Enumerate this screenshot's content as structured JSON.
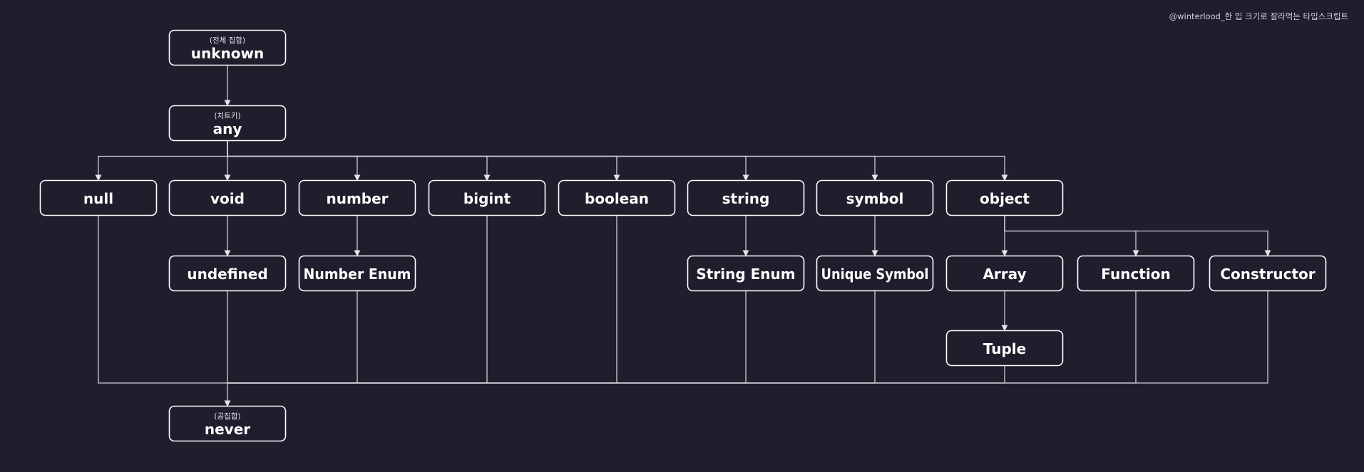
{
  "watermark": "@winterlood_한 입 크기로 잘라먹는 타입스크립트",
  "nodes": [
    {
      "id": "unknown",
      "label": "unknown",
      "note": "(전체 집합)"
    },
    {
      "id": "any",
      "label": "any",
      "note": "(치트키)"
    },
    {
      "id": "null",
      "label": "null"
    },
    {
      "id": "void",
      "label": "void"
    },
    {
      "id": "number",
      "label": "number"
    },
    {
      "id": "bigint",
      "label": "bigint"
    },
    {
      "id": "boolean",
      "label": "boolean"
    },
    {
      "id": "string",
      "label": "string"
    },
    {
      "id": "symbol",
      "label": "symbol"
    },
    {
      "id": "object",
      "label": "object"
    },
    {
      "id": "undefined",
      "label": "undefined"
    },
    {
      "id": "number-enum",
      "label": "Number Enum"
    },
    {
      "id": "string-enum",
      "label": "String Enum"
    },
    {
      "id": "unique-symbol",
      "label": "Unique Symbol"
    },
    {
      "id": "array",
      "label": "Array"
    },
    {
      "id": "function",
      "label": "Function"
    },
    {
      "id": "constructor",
      "label": "Constructor"
    },
    {
      "id": "tuple",
      "label": "Tuple"
    },
    {
      "id": "never",
      "label": "never",
      "note": "(공집합)"
    }
  ],
  "edges": [
    {
      "from": "unknown",
      "to": "any"
    },
    {
      "from": "any",
      "to": "null"
    },
    {
      "from": "any",
      "to": "void"
    },
    {
      "from": "any",
      "to": "number"
    },
    {
      "from": "any",
      "to": "bigint"
    },
    {
      "from": "any",
      "to": "boolean"
    },
    {
      "from": "any",
      "to": "string"
    },
    {
      "from": "any",
      "to": "symbol"
    },
    {
      "from": "any",
      "to": "object"
    },
    {
      "from": "void",
      "to": "undefined"
    },
    {
      "from": "number",
      "to": "number-enum"
    },
    {
      "from": "string",
      "to": "string-enum"
    },
    {
      "from": "symbol",
      "to": "unique-symbol"
    },
    {
      "from": "object",
      "to": "array"
    },
    {
      "from": "object",
      "to": "function"
    },
    {
      "from": "object",
      "to": "constructor"
    },
    {
      "from": "array",
      "to": "tuple"
    },
    {
      "from": "null",
      "to": "never"
    },
    {
      "from": "undefined",
      "to": "never"
    },
    {
      "from": "number-enum",
      "to": "never"
    },
    {
      "from": "bigint",
      "to": "never"
    },
    {
      "from": "boolean",
      "to": "never"
    },
    {
      "from": "string-enum",
      "to": "never"
    },
    {
      "from": "unique-symbol",
      "to": "never"
    },
    {
      "from": "tuple",
      "to": "never"
    },
    {
      "from": "function",
      "to": "never"
    },
    {
      "from": "constructor",
      "to": "never"
    }
  ]
}
